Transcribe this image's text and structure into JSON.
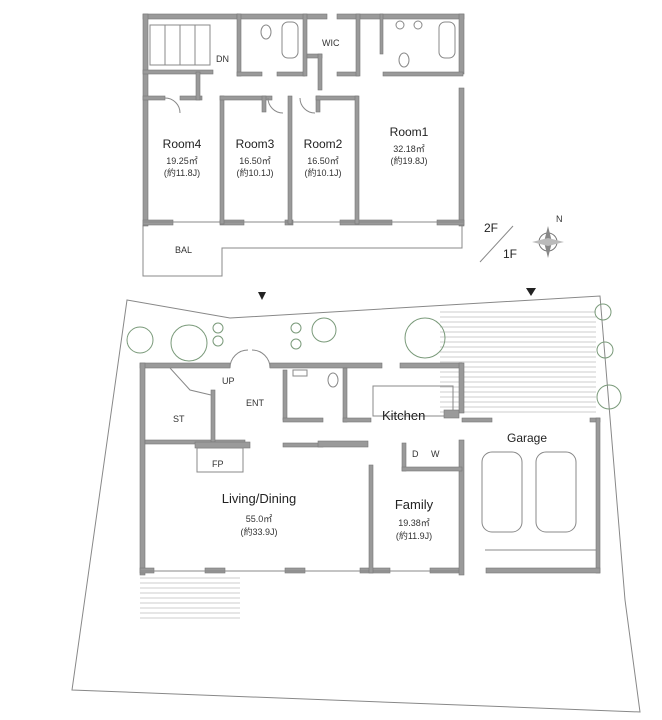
{
  "floor_2f": {
    "floor_label": "2F",
    "rooms": [
      {
        "name": "Room4",
        "area": "19.25㎡",
        "jo": "(約11.8J)"
      },
      {
        "name": "Room3",
        "area": "16.50㎡",
        "jo": "(約10.1J)"
      },
      {
        "name": "Room2",
        "area": "16.50㎡",
        "jo": "(約10.1J)"
      },
      {
        "name": "Room1",
        "area": "32.18㎡",
        "jo": "(約19.8J)"
      }
    ],
    "wic": "WIC",
    "dn": "DN",
    "balcony": "BAL"
  },
  "floor_1f": {
    "floor_label": "1F",
    "up": "UP",
    "ent": "ENT",
    "st": "ST",
    "fp": "FP",
    "kitchen": "Kitchen",
    "d": "D",
    "w": "W",
    "garage": "Garage",
    "living": {
      "name": "Living/Dining",
      "area": "55.0㎡",
      "jo": "(約33.9J)"
    },
    "family": {
      "name": "Family",
      "area": "19.38㎡",
      "jo": "(約11.9J)"
    }
  },
  "compass": {
    "north": "N"
  }
}
